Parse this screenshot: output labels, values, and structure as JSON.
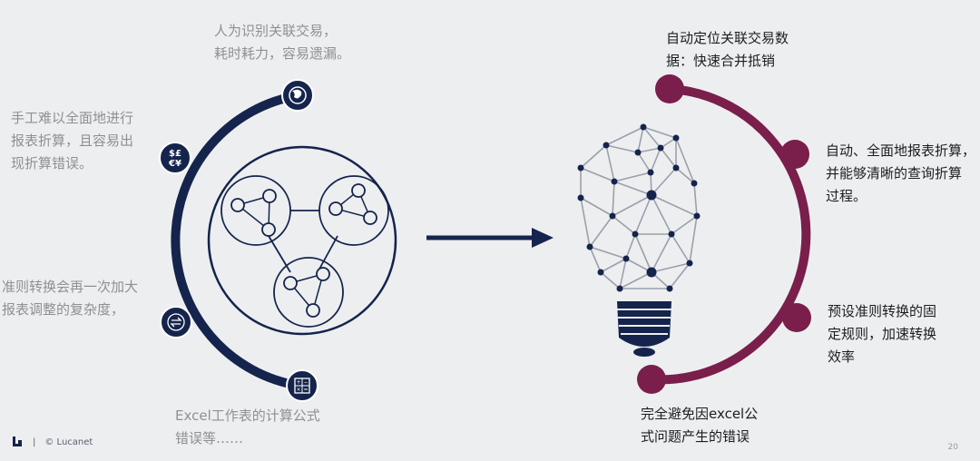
{
  "left_texts": {
    "t1": "人为识别关联交易，\n耗时耗力，容易遗漏。",
    "t2": "手工难以全面地进行\n报表折算，且容易出\n现折算错误。",
    "t3": "准则转换会再一次加大\n报表调整的复杂度，",
    "t4": "Excel工作表的计算公式\n错误等……"
  },
  "right_texts": {
    "t1": "自动定位关联交易数\n据：快速合并抵销",
    "t2": "自动、全面地报表折算，\n并能够清晰的查询折算\n过程。",
    "t3": "预设准则转换的固\n定规则，加速转换\n效率",
    "t4": "完全避免因excel公\n式问题产生的错误"
  },
  "left_icons": [
    "globe-icon",
    "currency-icon",
    "exchange-icon",
    "calculator-icon"
  ],
  "currency_symbols": "$£\n€¥",
  "footer": {
    "copyright": "© Lucanet"
  },
  "page_number": "20",
  "colors": {
    "navy": "#15244c",
    "maroon": "#7a1e4b",
    "grey_text": "#8f9094",
    "background": "#edeef0"
  }
}
